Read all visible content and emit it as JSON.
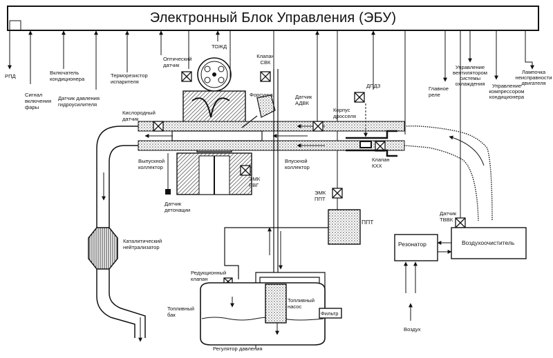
{
  "ecu": {
    "title": "Электронный Блок Управления (ЭБУ)"
  },
  "labels": {
    "rpd": "РПД",
    "signal": [
      "Сигнал",
      "включения",
      "фары"
    ],
    "ac_switch": [
      "Включатель",
      "кондиционера"
    ],
    "ps_sensor": [
      "Датчик давления",
      "гидроусилителя"
    ],
    "evap_therm": [
      "Терморезистор",
      "испарителя"
    ],
    "optical": [
      "Оптический",
      "датчик"
    ],
    "tozhd": "ТОЖД",
    "svk_valve": [
      "Клапан",
      "СВК"
    ],
    "injector": "Форсунка",
    "advk": [
      "Датчик",
      "АДВК"
    ],
    "dpdz": "ДПДЗ",
    "throttle": [
      "Корпус",
      "дросселя"
    ],
    "main_relay": [
      "Главное",
      "реле"
    ],
    "fan_ctrl": [
      "Управление",
      "вентилятором",
      "системы",
      "охлаждения"
    ],
    "ac_comp": [
      "Управление",
      "компрессором",
      "кондиционера"
    ],
    "check_lamp": [
      "Лампочка",
      "неисправности",
      "двигателя"
    ],
    "o2": [
      "Кислородный",
      "датчик"
    ],
    "exhaust": [
      "Выпускной",
      "коллектор"
    ],
    "intake": [
      "Впускной",
      "коллектор"
    ],
    "iac": [
      "Клапан",
      "КХХ"
    ],
    "emk_rvg": [
      "ЭМК",
      "РВГ"
    ],
    "knock": [
      "Датчик",
      "детонации"
    ],
    "emk_ppt": [
      "ЭМК",
      "ППТ"
    ],
    "ppt": "ППТ",
    "tvvk": [
      "Датчик",
      "ТВВК"
    ],
    "catalyst": [
      "Каталитический",
      "нейтрализатор"
    ],
    "resonator": "Резонатор",
    "air_cleaner": "Воздухоочиститель",
    "reducing": [
      "Редукционный",
      "клапан"
    ],
    "fuel_pump": [
      "Топливный",
      "насос"
    ],
    "fuel_tank": [
      "Топливный",
      "бак"
    ],
    "filter": "Фильтр",
    "pressure_reg": "Регулятор давления",
    "air": "Воздух"
  }
}
